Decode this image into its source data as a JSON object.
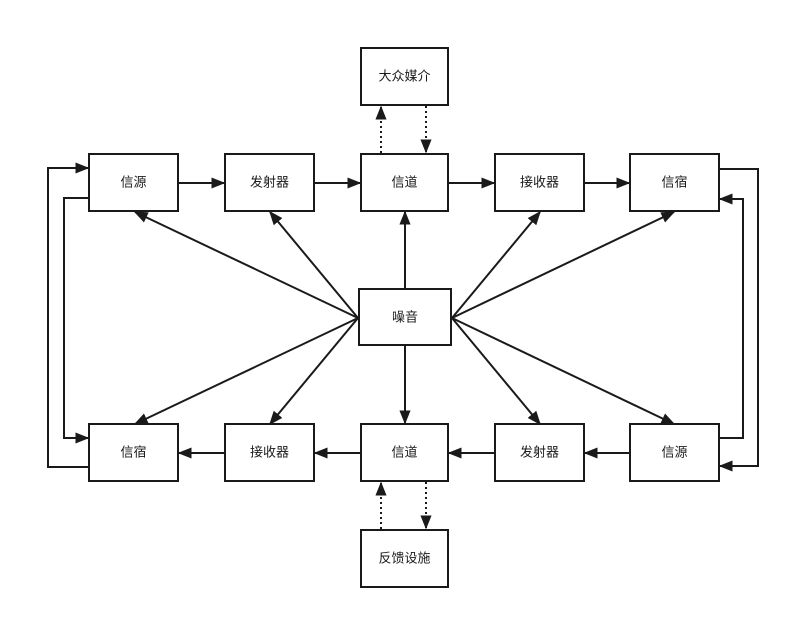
{
  "diagram": {
    "nodes": {
      "mass_media": "大众媒介",
      "top_source": "信源",
      "top_transmitter": "发射器",
      "top_channel": "信道",
      "top_receiver": "接收器",
      "top_destination": "信宿",
      "noise": "噪音",
      "bottom_destination": "信宿",
      "bottom_receiver": "接收器",
      "bottom_channel": "信道",
      "bottom_transmitter": "发射器",
      "bottom_source": "信源",
      "feedback": "反馈设施"
    },
    "colors": {
      "line": "#1a1a1a",
      "box_fill": "#ffffff"
    }
  }
}
